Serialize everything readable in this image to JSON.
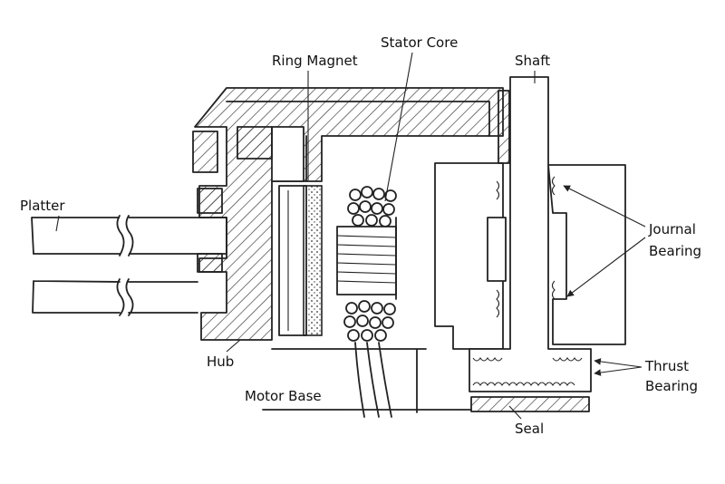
{
  "diagram": {
    "labels": {
      "stator_core": "Stator Core",
      "ring_magnet": "Ring Magnet",
      "shaft": "Shaft",
      "platter": "Platter",
      "journal_bearing_1": "Journal",
      "journal_bearing_2": "Bearing",
      "hub": "Hub",
      "thrust_bearing_1": "Thrust",
      "thrust_bearing_2": "Bearing",
      "motor_base": "Motor Base",
      "seal": "Seal"
    }
  }
}
